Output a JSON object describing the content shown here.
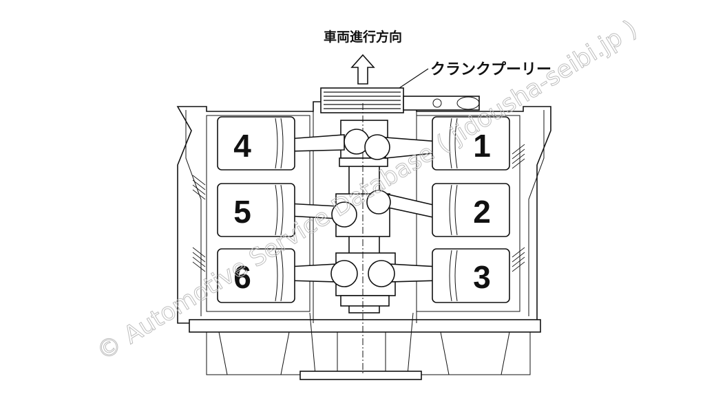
{
  "labels": {
    "direction": "車両進行方向",
    "pulley": "クランクプーリー"
  },
  "cylinders": {
    "c1": "1",
    "c2": "2",
    "c3": "3",
    "c4": "4",
    "c5": "5",
    "c6": "6"
  },
  "watermark": "© Automotive Service Database ( jidousha-seibi.jp )"
}
